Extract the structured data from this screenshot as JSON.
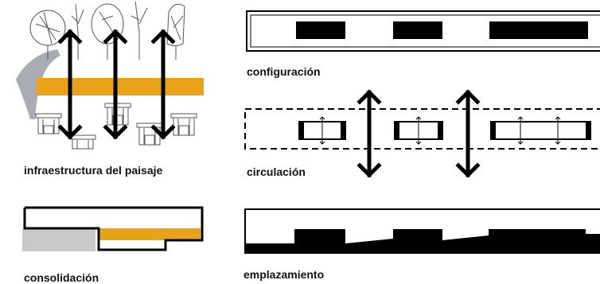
{
  "captions": {
    "infraestructura": "infraestructura del paisaje",
    "configuracion": "configuración",
    "circulacion": "circulación",
    "consolidacion": "consolidación",
    "emplazamiento": "emplazamiento"
  },
  "colors": {
    "ink": "#111111",
    "accent_orange": "#e8a317",
    "ground_gray": "#c9c9c9",
    "sketch_gray": "#8c8c8c",
    "path_gray": "#a9acb3"
  },
  "icons": [
    "tree-sketch",
    "kiosk-pavilion",
    "double-arrow-vertical",
    "small-double-arrow"
  ]
}
